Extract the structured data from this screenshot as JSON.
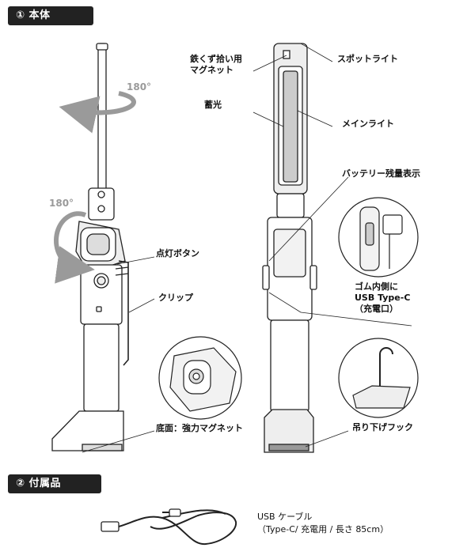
{
  "sections": {
    "main_body": "① 本体",
    "accessories": "② 付属品"
  },
  "rotation": {
    "top": "180°",
    "middle": "180°"
  },
  "labels": {
    "magnet_pickup_line1": "鉄くず拾い用",
    "magnet_pickup_line2": "マグネット",
    "glow": "蓄光",
    "spotlight": "スポットライト",
    "main_light": "メインライト",
    "battery_indicator": "バッテリー残量表示",
    "power_button": "点灯ボタン",
    "clip": "クリップ",
    "usb_port_line1": "ゴム内側に",
    "usb_port_line2": "USB Type-C",
    "usb_port_line3": "（充電口）",
    "hanging_hook": "吊り下げフック",
    "bottom_magnet": "底面：強力マグネット"
  },
  "cable": {
    "line1": "USB ケーブル",
    "line2": "（Type-C/ 充電用 / 長さ 85cm）"
  },
  "colors": {
    "outline": "#222222",
    "arrow_gray": "#9a9a9a",
    "light_gray": "#d9d9d9"
  }
}
